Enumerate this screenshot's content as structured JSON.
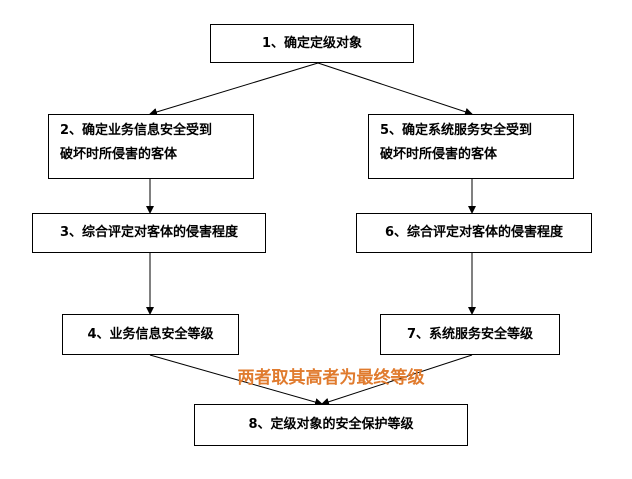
{
  "diagram": {
    "box1": {
      "text": "1、确定定级对象"
    },
    "box2": {
      "line1": "2、确定业务信息安全受到",
      "line2": "破坏时所侵害的客体"
    },
    "box3": {
      "text": "3、综合评定对客体的侵害程度"
    },
    "box4": {
      "text": "4、业务信息安全等级"
    },
    "box5": {
      "line1": "5、确定系统服务安全受到",
      "line2": "破坏时所侵害的客体"
    },
    "box6": {
      "text": "6、综合评定对客体的侵害程度"
    },
    "box7": {
      "text": "7、系统服务安全等级"
    },
    "box8": {
      "text": "8、定级对象的安全保护等级"
    },
    "annotation": "两者取其高者为最终等级",
    "colors": {
      "annotation": "#e07b2e",
      "border": "#000000",
      "background": "#ffffff"
    }
  }
}
